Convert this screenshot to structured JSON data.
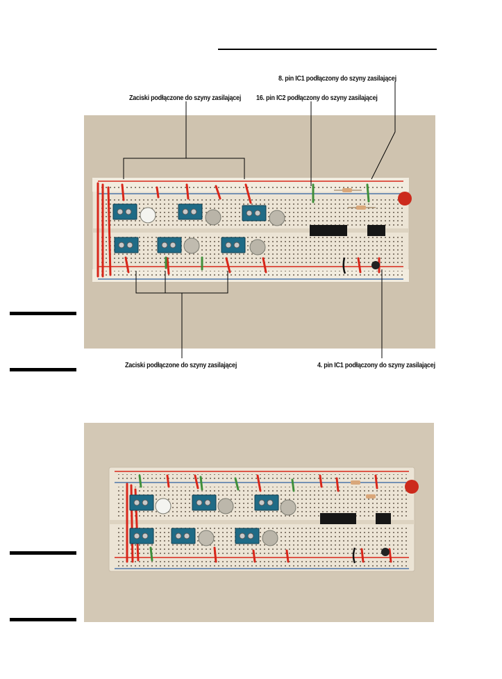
{
  "figure1": {
    "callouts": {
      "top_right": "8. pin IC1 podłączony do szyny zasilającej",
      "top_left": "Zaciski podłączone do szyny zasilającej",
      "top_middle": "16. pin IC2 podłączony do szyny zasilającej",
      "bottom_left": "Zaciski podłączone do szyny zasilającej",
      "bottom_right": "4. pin IC1 podłączony do szyny zasilającej"
    }
  },
  "colors": {
    "background_photo": "#c9bca8",
    "breadboard": "#eee7da",
    "rail_red": "#d8261a",
    "rail_blue": "#2d5fa0",
    "terminal_block": "#1f6b86",
    "ic_chip": "#161616",
    "capacitor_red": "#cc2a1c",
    "jumper_green": "#3f8f3a"
  }
}
